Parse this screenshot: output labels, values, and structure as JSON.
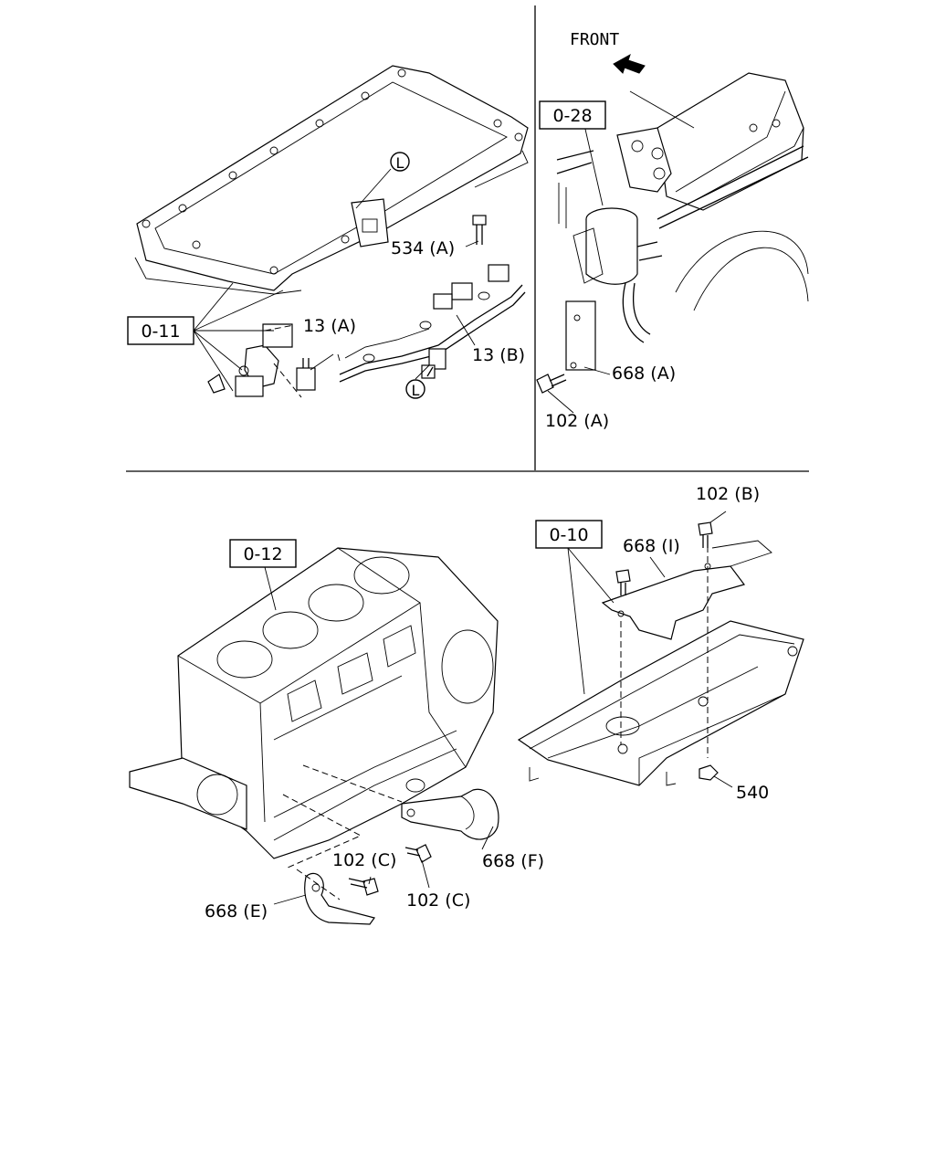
{
  "direction": {
    "front": "FRONT"
  },
  "refs": {
    "r011": "0-11",
    "r028": "0-28",
    "r012": "0-12",
    "r010": "0-10"
  },
  "callouts": {
    "L_top": "L",
    "L_bottom": "L",
    "p534A": "534 (A)",
    "p13A": "13 (A)",
    "p13B": "13 (B)",
    "p668A": "668 (A)",
    "p102A": "102 (A)",
    "p102B": "102 (B)",
    "p668I": "668 (I)",
    "p540": "540",
    "p102C_1": "102 (C)",
    "p102C_2": "102 (C)",
    "p668F": "668 (F)",
    "p668E": "668 (E)"
  }
}
